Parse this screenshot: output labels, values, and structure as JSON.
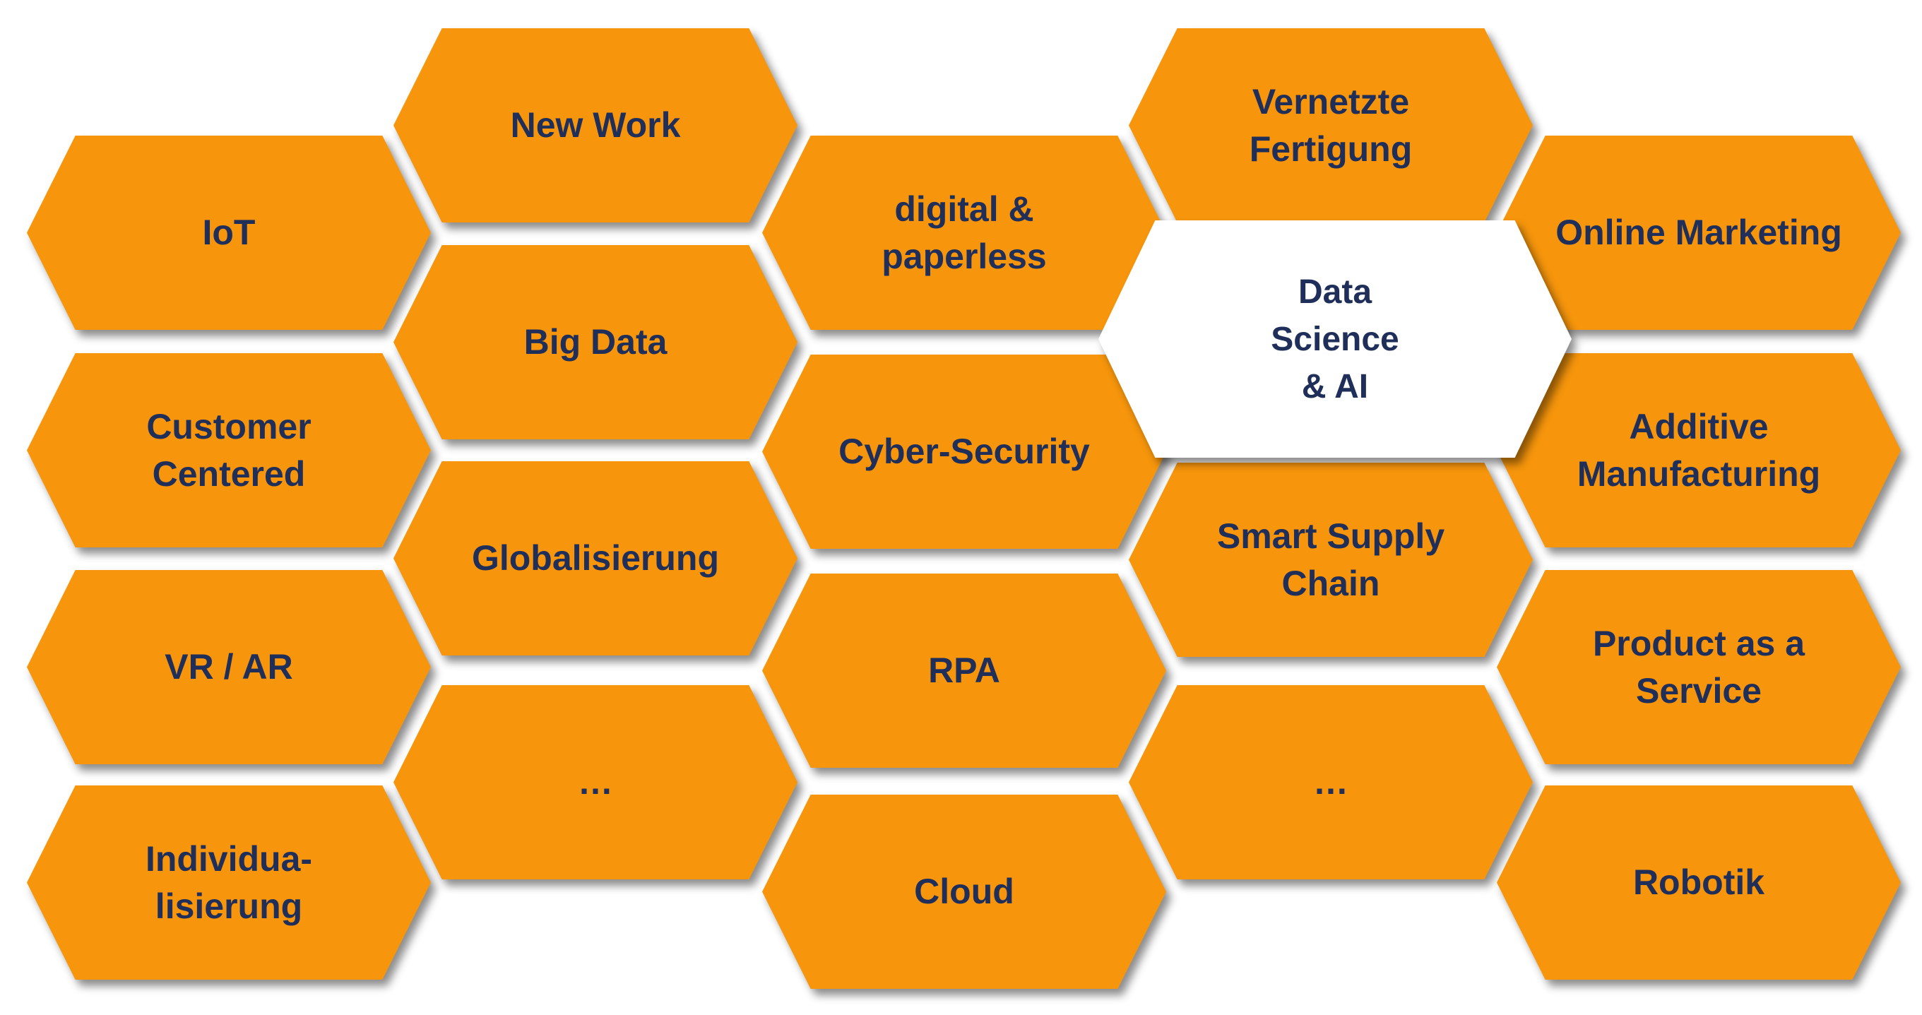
{
  "colors": {
    "hexagon_fill": "#f7960c",
    "highlight_fill": "#ffffff",
    "text": "#1f2f5a"
  },
  "hexagons": [
    {
      "id": "iot",
      "label": "IoT",
      "highlight": false
    },
    {
      "id": "customer-centered",
      "label": "Customer\nCentered",
      "highlight": false
    },
    {
      "id": "vr-ar",
      "label": "VR / AR",
      "highlight": false
    },
    {
      "id": "individualisierung",
      "label": "Individua-\nlisierung",
      "highlight": false
    },
    {
      "id": "new-work",
      "label": "New Work",
      "highlight": false
    },
    {
      "id": "big-data",
      "label": "Big Data",
      "highlight": false
    },
    {
      "id": "globalisierung",
      "label": "Globalisierung",
      "highlight": false
    },
    {
      "id": "more-left",
      "label": "…",
      "highlight": false
    },
    {
      "id": "digital-paperless",
      "label": "digital &\npaperless",
      "highlight": false
    },
    {
      "id": "cyber-security",
      "label": "Cyber-Security",
      "highlight": false
    },
    {
      "id": "rpa",
      "label": "RPA",
      "highlight": false
    },
    {
      "id": "cloud",
      "label": "Cloud",
      "highlight": false
    },
    {
      "id": "vernetzte-fertigung",
      "label": "Vernetzte\nFertigung",
      "highlight": false
    },
    {
      "id": "smart-supply-chain",
      "label": "Smart Supply\nChain",
      "highlight": false
    },
    {
      "id": "more-right",
      "label": "…",
      "highlight": false
    },
    {
      "id": "online-marketing",
      "label": "Online Marketing",
      "highlight": false
    },
    {
      "id": "additive-manufacturing",
      "label": "Additive\nManufacturing",
      "highlight": false
    },
    {
      "id": "product-as-a-service",
      "label": "Product as a\nService",
      "highlight": false
    },
    {
      "id": "robotik",
      "label": "Robotik",
      "highlight": false
    },
    {
      "id": "data-science-ai",
      "label": "Data\nScience\n& AI",
      "highlight": true
    }
  ]
}
